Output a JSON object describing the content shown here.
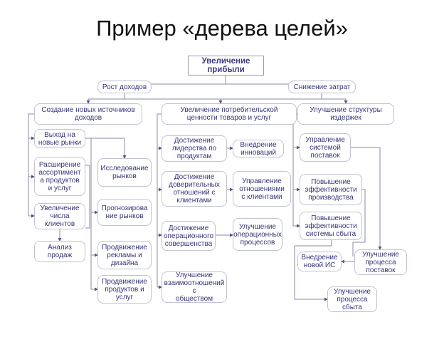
{
  "title": "Пример «дерева целей»",
  "nodes": {
    "root": "Увеличение\nприбыли",
    "revenue_growth": "Рост доходов",
    "cost_reduction": "Снижение затрат",
    "new_sources": "Создание  новых источников\nдоходов",
    "consumer_value": "Увеличение потребительской\nценности  товаров и услуг",
    "cost_structure": "Улучшение структуры\nиздержек",
    "new_markets": "Выход на\nновые рынки",
    "range_expansion": "Расширение\nассортимент\nа продуктов\nи услуг",
    "more_clients": "Увеличение\nчисла\nклиентов",
    "sales_analysis": "Анализ\nпродаж",
    "market_research": "Исследование\nрынков",
    "market_forecast": "Прогнозирова\nние рынков",
    "ad_promotion": "Продвижение\nрекламы и\nдизайна",
    "product_promotion": "Продвижение\nпродуктов и\nуслуг",
    "product_leadership": "Достижение\nлидерства по\nпродуктам",
    "innovation": "Внедрение\nинноваций",
    "trust_relations": "Достижение\nдоверительных\nотношений с\nклиентами",
    "crm": "Управление\nотношениями\nс клиентами",
    "operational_excellence": "Достижение\nоперационного\nсовершенства",
    "operational_processes": "Улучшение\nоперационных\nпроцессов",
    "society_relations": "Улучшение\nвзаимоотношений с\nобществом",
    "supply_management": "Управление\nсистемой\nпоставок",
    "production_efficiency": "Повышение\nэффективности\nпроизводства",
    "sales_efficiency": "Повышение\nэффективности\nсистемы сбыта",
    "new_is": "Внедрение\nновой ИС",
    "supply_process": "Улучшение\nпроцесса\nпоставок",
    "sales_process": "Улучшение\nпроцесса\nсбыта"
  },
  "colors": {
    "text": "#35357a",
    "line": "#8a8aa8",
    "border": "#c2c2d2"
  }
}
